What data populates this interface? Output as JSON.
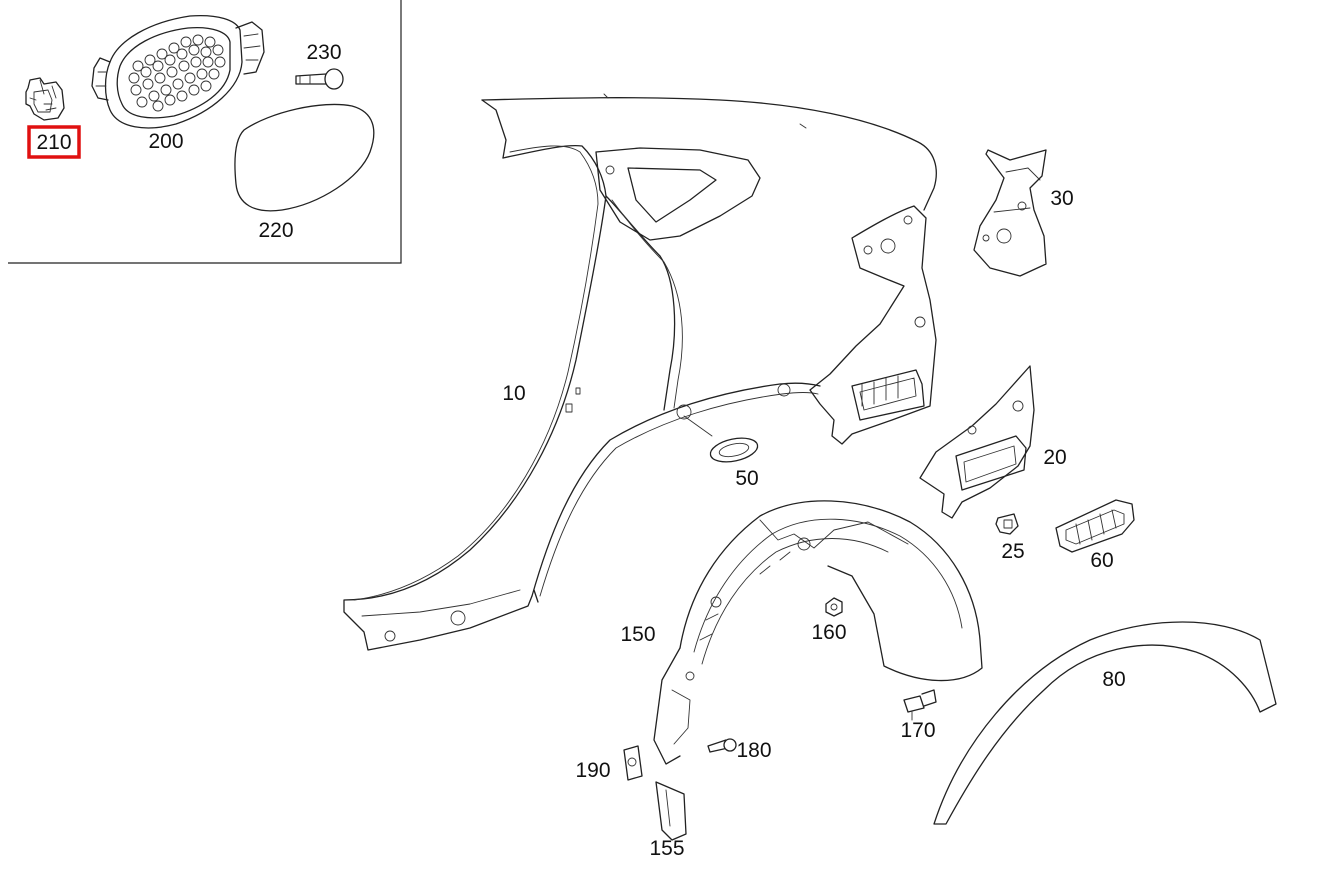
{
  "highlight_color": "#e01010",
  "highlighted_label": "210",
  "inset": {
    "labels": {
      "p210": "210",
      "p200": "200",
      "p230": "230",
      "p220": "220"
    }
  },
  "labels": {
    "p10": "10",
    "p20": "20",
    "p25": "25",
    "p30": "30",
    "p50": "50",
    "p60": "60",
    "p80": "80",
    "p150": "150",
    "p155": "155",
    "p160": "160",
    "p170": "170",
    "p180": "180",
    "p190": "190"
  }
}
